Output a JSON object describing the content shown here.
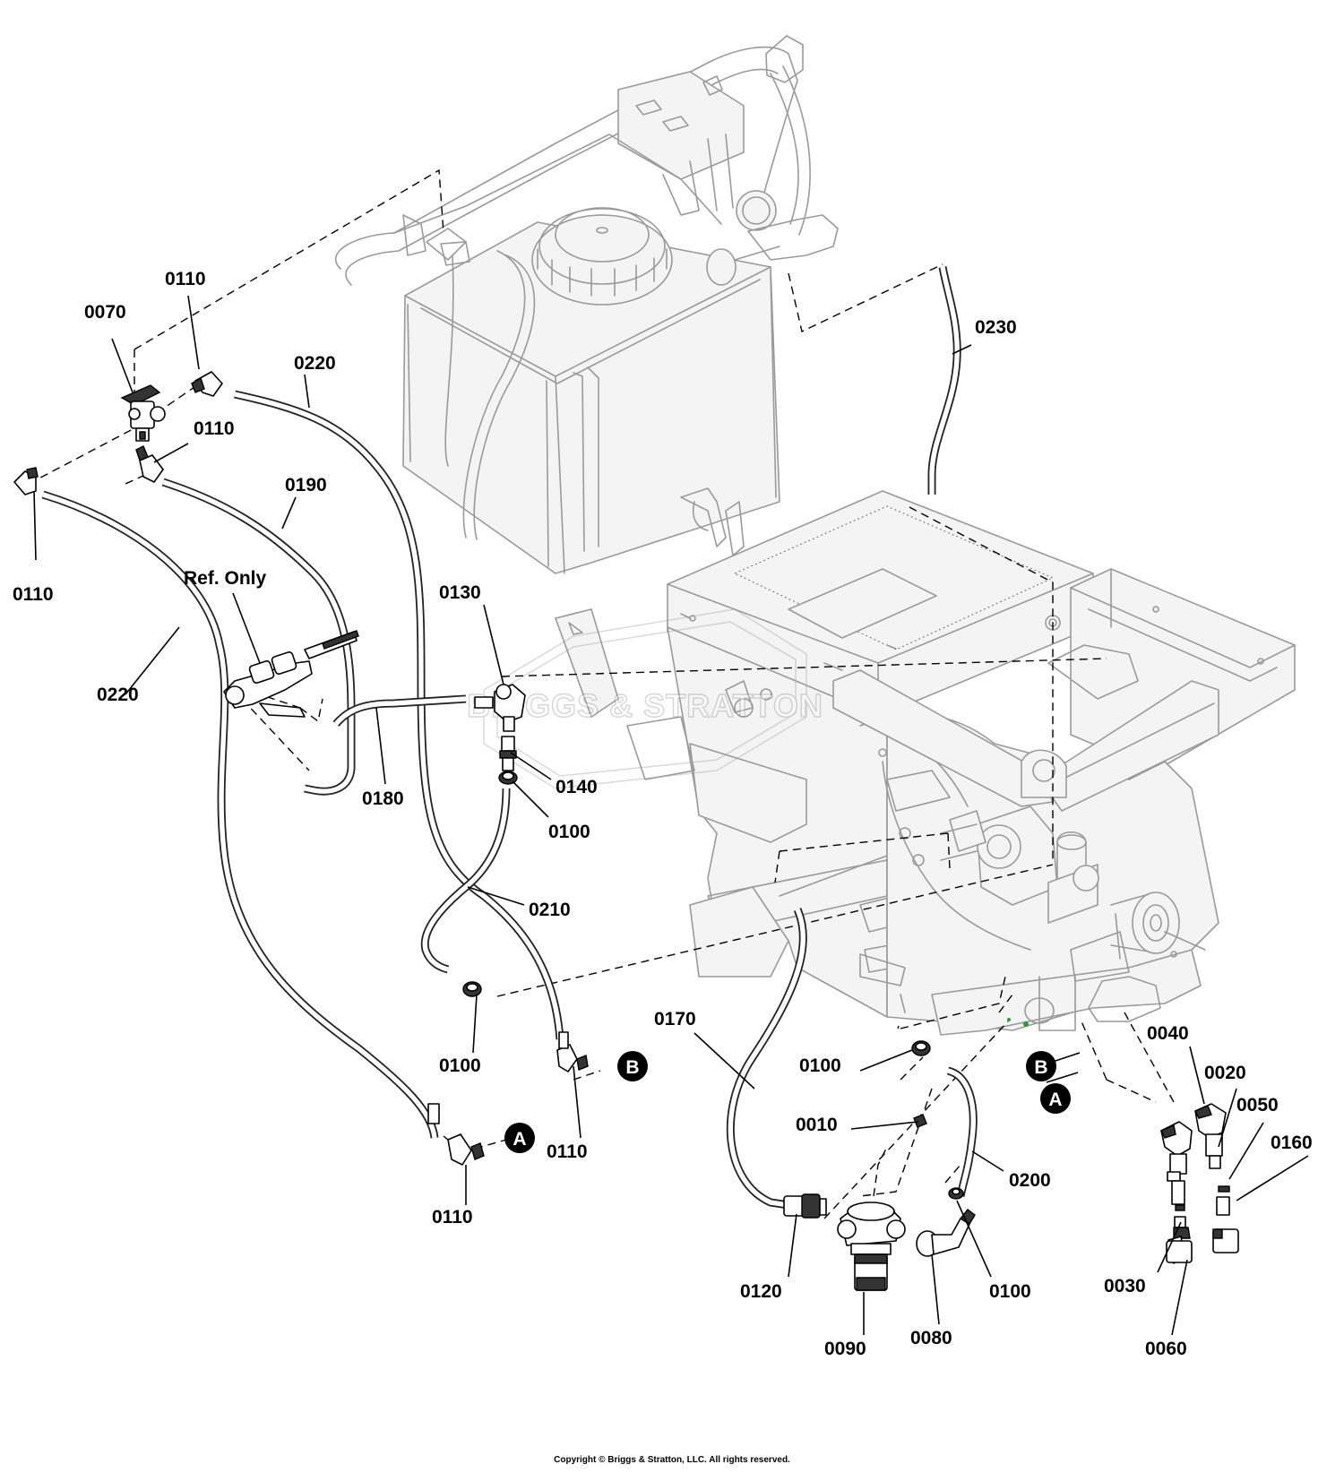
{
  "watermark": "BRIGGS & STRATTON",
  "copyright": "Copyright © Briggs & Stratton, LLC. All rights reserved.",
  "ref_label": "Ref. Only",
  "markers": {
    "a": "A",
    "b": "B"
  },
  "labels": {
    "c0010": "0010",
    "c0020": "0020",
    "c0030": "0030",
    "c0040": "0040",
    "c0050": "0050",
    "c0060": "0060",
    "c0070": "0070",
    "c0080": "0080",
    "c0090": "0090",
    "c0100_a": "0100",
    "c0100_b": "0100",
    "c0100_c": "0100",
    "c0100_d": "0100",
    "c0110_a": "0110",
    "c0110_b": "0110",
    "c0110_c": "0110",
    "c0110_d": "0110",
    "c0110_e": "0110",
    "c0120": "0120",
    "c0130": "0130",
    "c0140": "0140",
    "c0160": "0160",
    "c0170": "0170",
    "c0180": "0180",
    "c0190": "0190",
    "c0200": "0200",
    "c0210": "0210",
    "c0220_a": "0220",
    "c0220_b": "0220",
    "c0230": "0230"
  }
}
